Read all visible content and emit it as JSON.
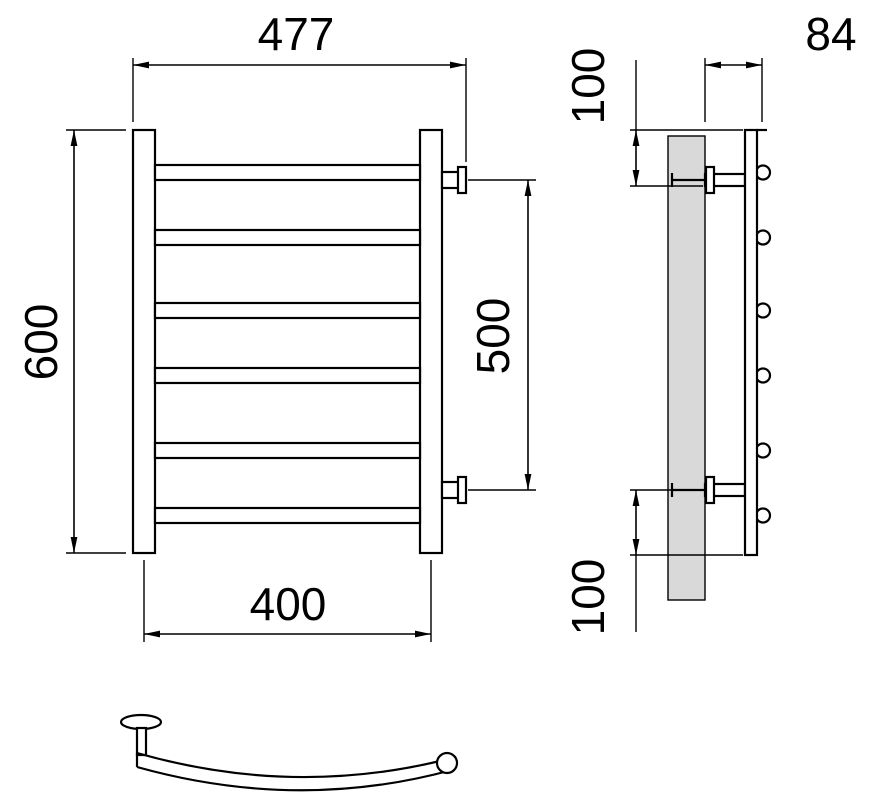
{
  "dims": {
    "front_view": {
      "width_top": "477",
      "height": "600",
      "bracket_span": "500",
      "width_bottom": "400"
    },
    "side_view": {
      "depth": "84",
      "offset_top": "100",
      "offset_bottom": "100"
    }
  }
}
